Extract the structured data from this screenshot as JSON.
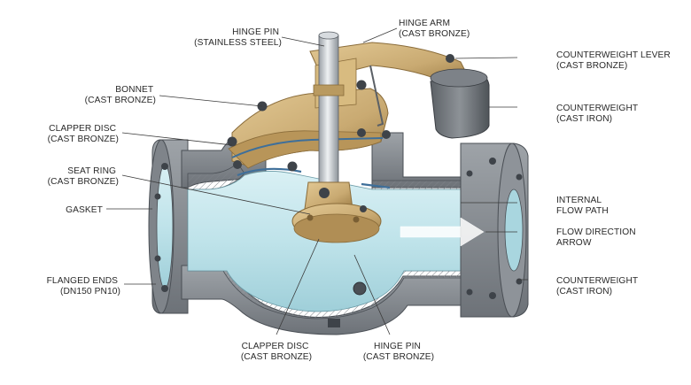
{
  "figure": {
    "labels": {
      "hinge_pin_top": [
        "HINGE PIN",
        "(STAINLESS STEEL)"
      ],
      "hinge_arm": [
        "HINGE ARM",
        "(CAST BRONZE)"
      ],
      "counterweight_lever": [
        "COUNTERWEIGHT LEVER",
        "(CAST BRONZE)"
      ],
      "bonnet": [
        "BONNET",
        "(CAST BRONZE)"
      ],
      "counterweight_top": [
        "COUNTERWEIGHT",
        "(CAST IRON)"
      ],
      "clapper_disc_left": [
        "CLAPPER DISC",
        "(CAST BRONZE)"
      ],
      "seat_ring": [
        "SEAT RING",
        "(CAST BRONZE)"
      ],
      "internal_flow_path": [
        "INTERNAL",
        "FLOW PATH"
      ],
      "gasket": [
        "GASKET"
      ],
      "flow_direction_arrow": [
        "FLOW DIRECTION",
        "ARROW"
      ],
      "flanged_ends": [
        "FLANGED ENDS",
        "(DN150 PN10)"
      ],
      "counterweight_bottom": [
        "COUNTERWEIGHT",
        "(CAST IRON)"
      ],
      "clapper_disc_bottom": [
        "CLAPPER DISC",
        "(CAST BRONZE)"
      ],
      "hinge_pin_bottom": [
        "HINGE PIN",
        "(CAST BRONZE)"
      ]
    },
    "colors": {
      "cast_iron": "#8a8e93",
      "cast_iron_dark": "#5b6066",
      "bronze": "#c9aa72",
      "bronze_dark": "#9c7c45",
      "steel": "#c8cdd2",
      "flow": "#bfe3ea",
      "gasket": "#3e6f9a",
      "label_text": "#2a2a2a"
    }
  }
}
